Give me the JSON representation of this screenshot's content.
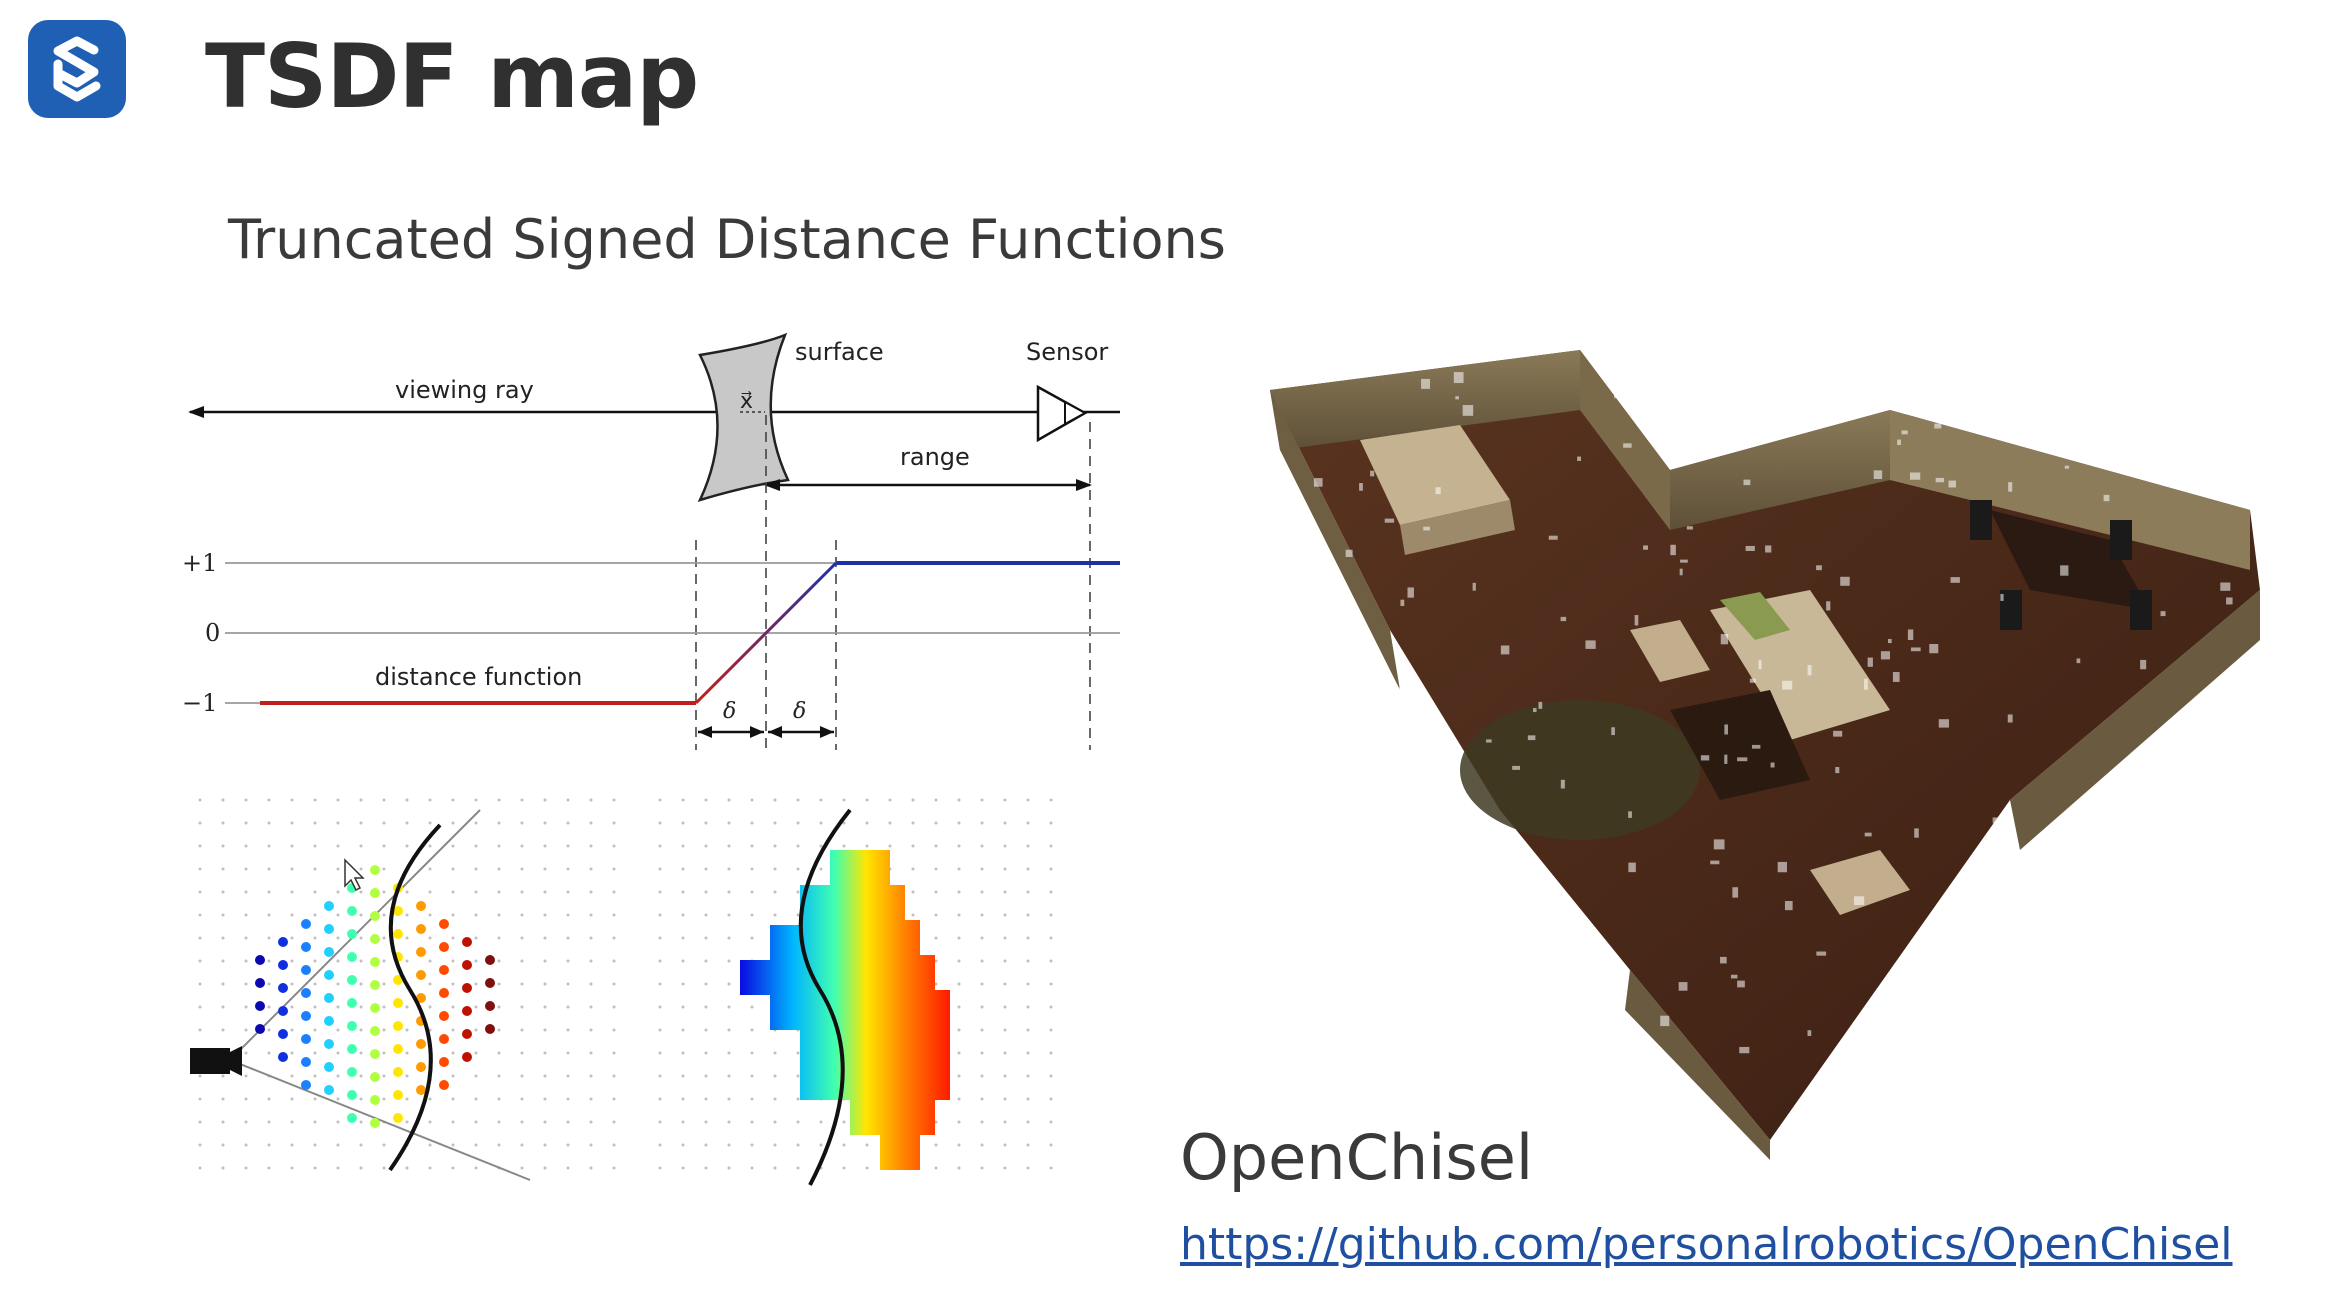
{
  "slide": {
    "title": "TSDF map",
    "subtitle": "Truncated Signed Distance Functions",
    "caption": "OpenChisel",
    "link": "https://github.com/personalrobotics/OpenChisel"
  },
  "diagram": {
    "viewing_ray": "viewing ray",
    "surface": "surface",
    "sensor": "Sensor",
    "range": "range",
    "x_symbol": "x⃗",
    "distance_function": "distance function",
    "delta": "δ",
    "tick_plus1": "+1",
    "tick_zero": "0",
    "tick_minus1": "−1"
  },
  "colors": {
    "logo_blue": "#1f5fb4",
    "link_blue": "#1f4fa0",
    "negative_red": "#c0201a",
    "positive_blue": "#1f2fa8"
  },
  "icons": {
    "logo": "company-logo-icon",
    "cursor": "mouse-pointer-icon",
    "camera": "camera-icon"
  }
}
